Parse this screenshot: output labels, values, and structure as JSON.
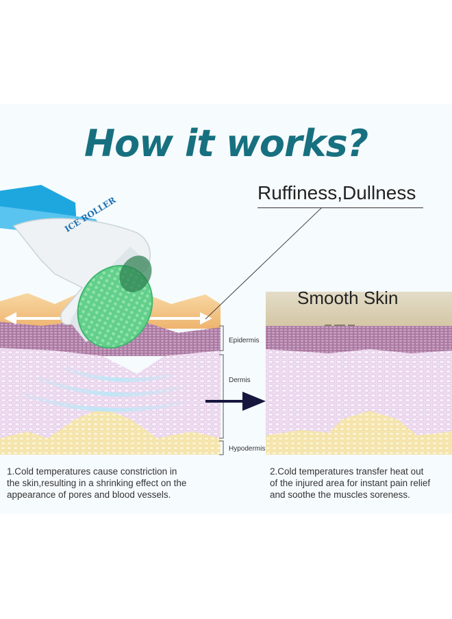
{
  "title": "How it works?",
  "labels": {
    "rough": "Ruffiness,Dullness",
    "smooth": "Smooth Skin"
  },
  "layers": {
    "epidermis": "Epidermis",
    "dermis": "Dermis",
    "hypodermis": "Hypodermis"
  },
  "product": {
    "logo_text": "ICE ROLLER"
  },
  "captions": {
    "left": "1.Cold temperatures cause constriction in\nthe skin,resulting in a shrinking effect on the\nappearance of pores and blood vessels.",
    "right": "2.Cold temperatures transfer heat out\nof the injured area for instant pain relief\nand soothe the muscles soreness."
  },
  "colors": {
    "title": "#17707f",
    "roller_blue": "#1ea7df",
    "roller_green": "#5fd08a",
    "epidermis": "#b98bbf",
    "dermis": "#eed9ee",
    "hypodermis": "#f7e7b0",
    "surface": "#f3c88c"
  }
}
